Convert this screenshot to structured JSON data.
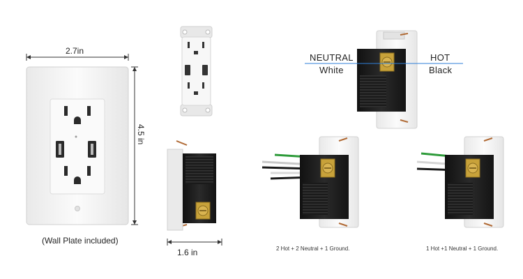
{
  "dimensions": {
    "width": "2.7in",
    "height": "4.5 in",
    "depth": "1.6 in",
    "plate_note": "(Wall Plate included)"
  },
  "wiring": {
    "neutral_label": "NEUTRAL",
    "neutral_color": "White",
    "hot_label": "HOT",
    "hot_color": "Black"
  },
  "captions": {
    "config_a": "2 Hot + 2 Neutral + 1 Ground.",
    "config_b": "1 Hot +1 Neutral + 1 Ground."
  },
  "colors": {
    "plate": "#f4f4f4",
    "body": "#1c1c1c",
    "ground_wire": "#2e9b3a",
    "brass": "#c8a23a",
    "guide_line": "#2f7fd8"
  }
}
